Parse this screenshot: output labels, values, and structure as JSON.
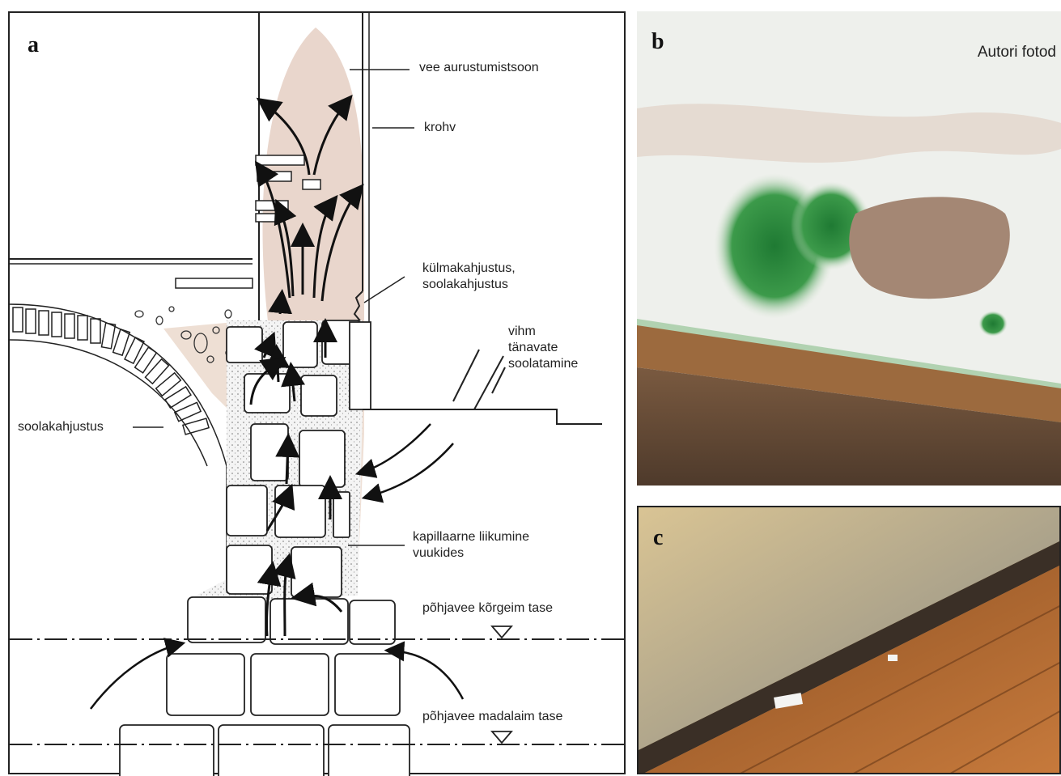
{
  "panels": {
    "a": {
      "letter": "a",
      "labels": {
        "evaporation_zone": "vee aurustumistsoon",
        "plaster": "krohv",
        "frost_damage_1": "külmakahjustus,",
        "frost_damage_2": "soolakahjustus",
        "rain": "vihm",
        "street_salting_1": "tänavate",
        "street_salting_2": "soolatamine",
        "salt_damage": "soolakahjustus",
        "capillary_1": "kapillaarne liikumine",
        "capillary_2": "vuukides",
        "groundwater_high": "põhjavee kõrgeim tase",
        "groundwater_low": "põhjavee madalaim tase"
      }
    },
    "b": {
      "letter": "b",
      "credit": "Autori fotod"
    },
    "c": {
      "letter": "c"
    }
  },
  "colors": {
    "damp_zone": "#e9d6cc",
    "stone_fill": "#ffffff",
    "outline": "#222222",
    "moss_green": "#2f8a3c",
    "wood_brown": "#8a5a2e"
  }
}
